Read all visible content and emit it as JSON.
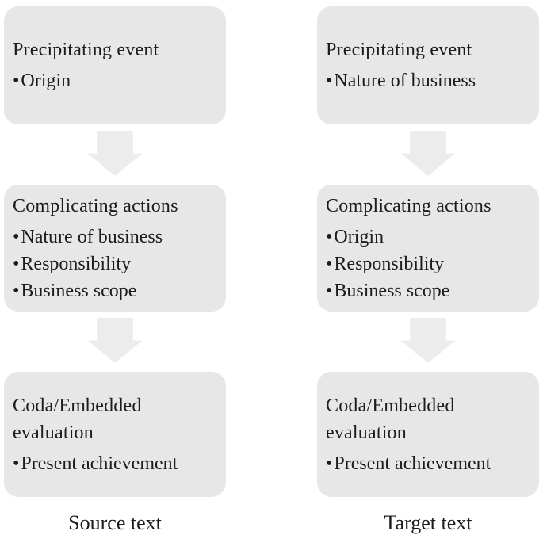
{
  "diagram": {
    "bullet_char": "•",
    "colors": {
      "background": "#ffffff",
      "box_fill": "#e8e7e7",
      "arrow_fill": "#ececec",
      "text": "#1c1c1c"
    },
    "columns": [
      {
        "caption": "Source text",
        "boxes": [
          {
            "title": "Precipitating event",
            "bullets": [
              "Origin"
            ]
          },
          {
            "title": "Complicating actions",
            "bullets": [
              "Nature of business",
              "Responsibility",
              "Business scope"
            ]
          },
          {
            "title": "Coda/Embedded evaluation",
            "bullets": [
              "Present achievement"
            ]
          }
        ]
      },
      {
        "caption": "Target text",
        "boxes": [
          {
            "title": "Precipitating event",
            "bullets": [
              "Nature of business"
            ]
          },
          {
            "title": "Complicating actions",
            "bullets": [
              "Origin",
              "Responsibility",
              "Business scope"
            ]
          },
          {
            "title": "Coda/Embedded evaluation",
            "bullets": [
              "Present achievement"
            ]
          }
        ]
      }
    ]
  }
}
